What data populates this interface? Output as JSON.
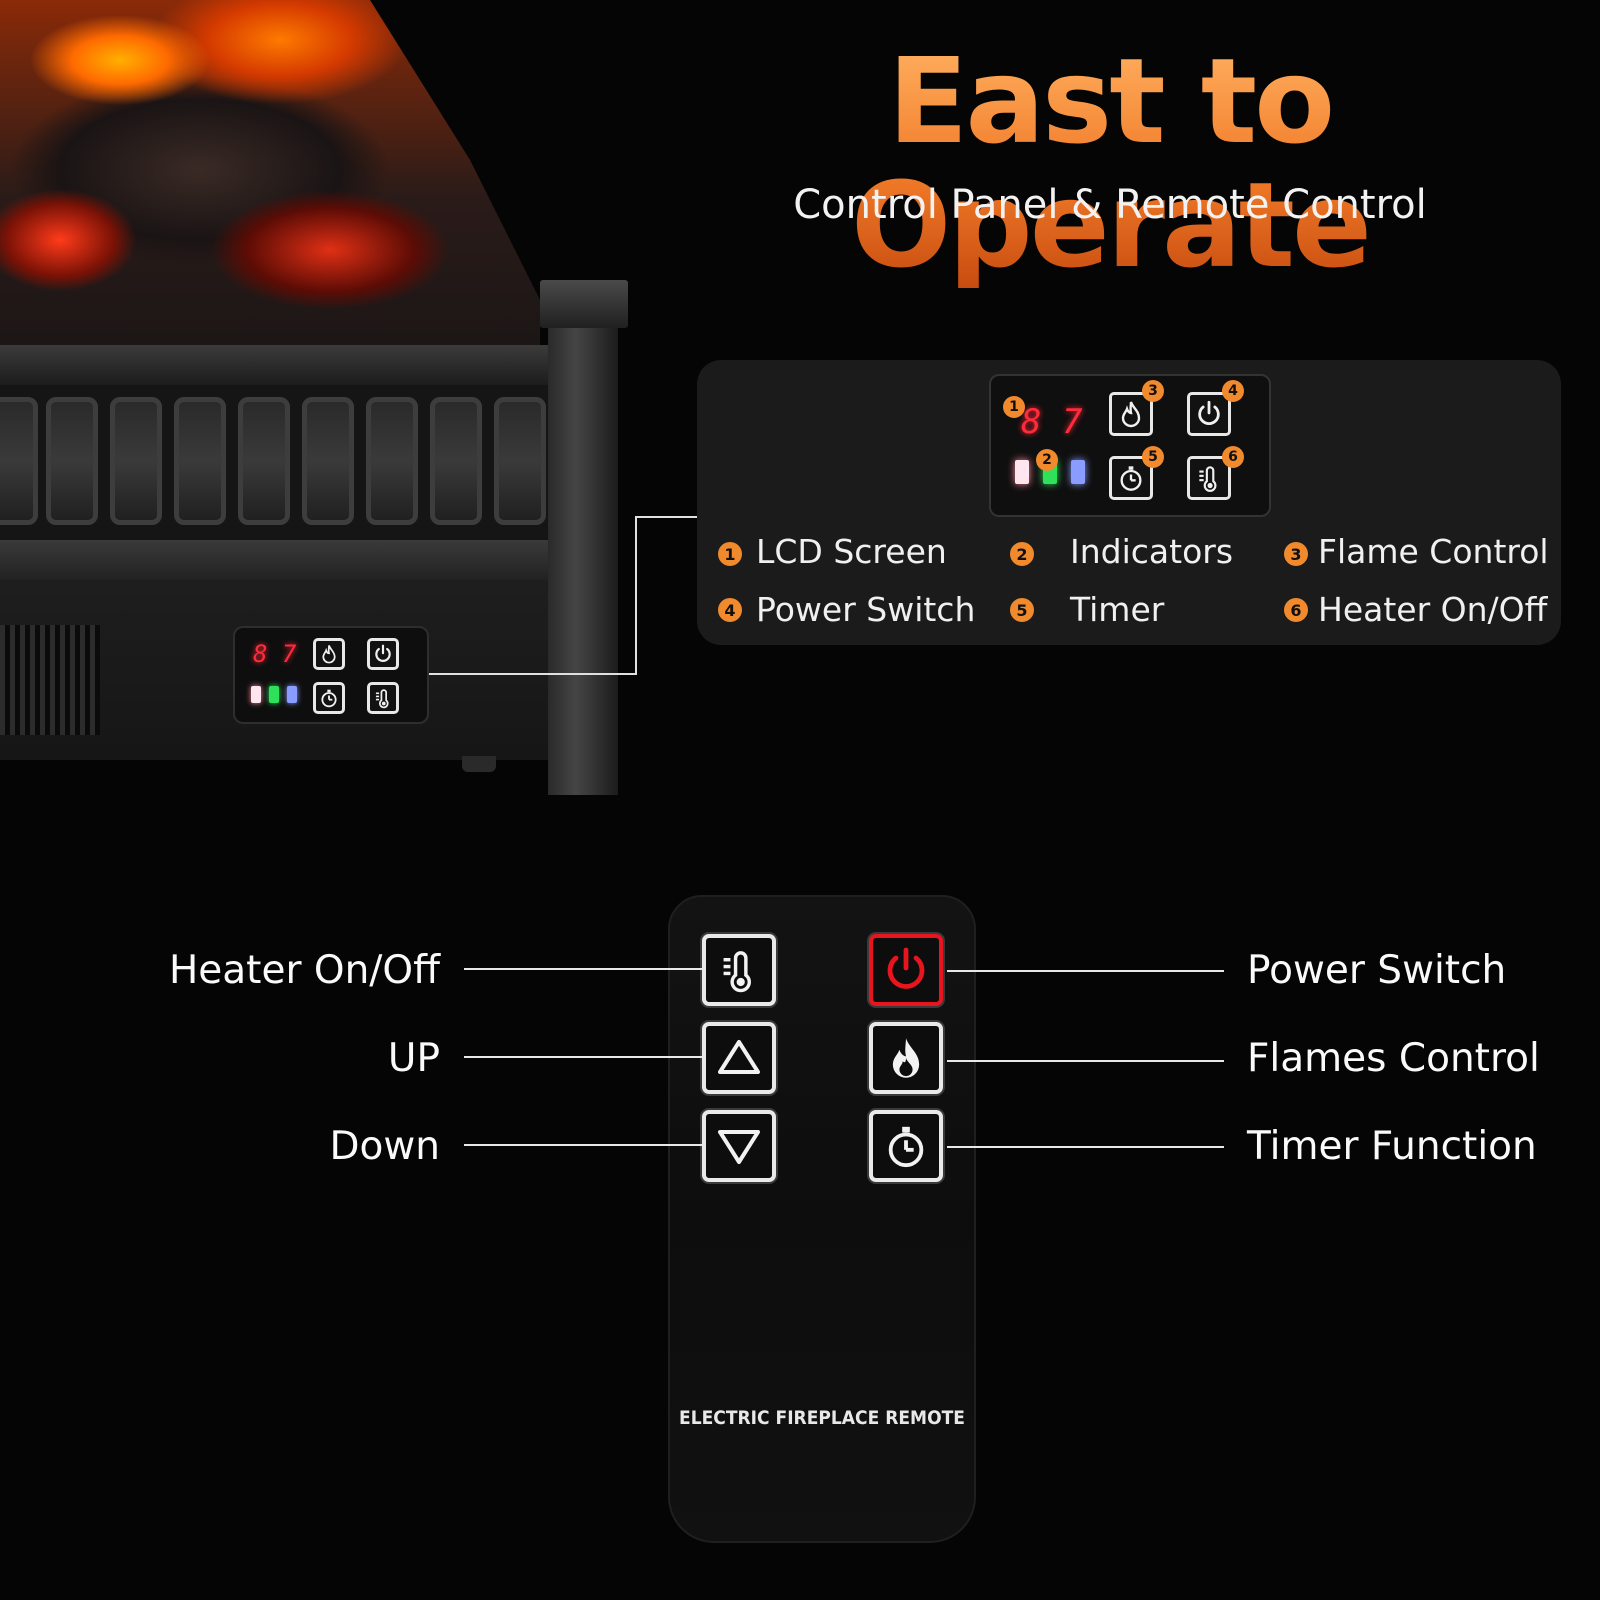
{
  "headline": "East to Operate",
  "subtitle": "Control Panel & Remote Control",
  "display_digits": "8 7",
  "colors": {
    "accent": "#f08a2c",
    "display_red": "#ff2a3a",
    "led_white": "#ffe6ee",
    "led_green": "#2ee05a",
    "led_blue": "#8a9cff",
    "power_red": "#e8141e"
  },
  "panel_badges": [
    "1",
    "2",
    "3",
    "4",
    "5",
    "6"
  ],
  "legend": [
    {
      "num": "1",
      "label": "LCD Screen"
    },
    {
      "num": "2",
      "label": "Indicators"
    },
    {
      "num": "3",
      "label": "Flame Control"
    },
    {
      "num": "4",
      "label": "Power Switch"
    },
    {
      "num": "5",
      "label": "Timer"
    },
    {
      "num": "6",
      "label": "Heater On/Off"
    }
  ],
  "panel_icons": [
    "flame-icon",
    "power-icon",
    "timer-icon",
    "thermometer-icon"
  ],
  "remote": {
    "brand": "ELECTRIC FIREPLACE REMOTE",
    "left_labels": [
      "Heater On/Off",
      "UP",
      "Down"
    ],
    "right_labels": [
      "Power Switch",
      "Flames Control",
      "Timer Function"
    ],
    "left_icons": [
      "thermometer-icon",
      "arrow-up-icon",
      "arrow-down-icon"
    ],
    "right_icons": [
      "power-icon",
      "flame-icon",
      "timer-icon"
    ]
  }
}
